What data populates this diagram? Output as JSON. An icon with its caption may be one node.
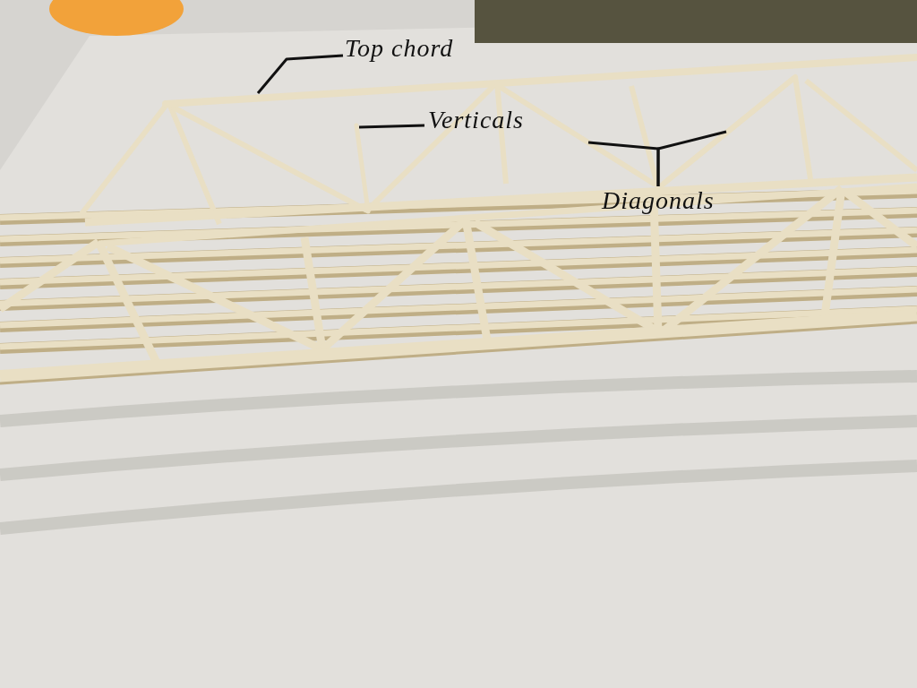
{
  "diagram": {
    "nodes": [
      {
        "text": [
          "Top chord"
        ]
      },
      {
        "text": [],
        "shape": "bar"
      },
      {
        "text": [
          "Verticals"
        ]
      },
      {
        "text": [],
        "shape": "bar"
      },
      {
        "text": [
          "Diagonals"
        ]
      },
      {
        "text": [],
        "shape": "bar"
      },
      {
        "text": [],
        "shape": "bar"
      }
    ],
    "edges": [
      {
        "from": 0,
        "to": 1,
        "arrow": "none"
      },
      {
        "from": 2,
        "to": 3,
        "arrow": "none"
      },
      {
        "from": 4,
        "to": 5,
        "arrow": "none"
      },
      {
        "from": 4,
        "to": 6,
        "arrow": "none"
      }
    ]
  }
}
